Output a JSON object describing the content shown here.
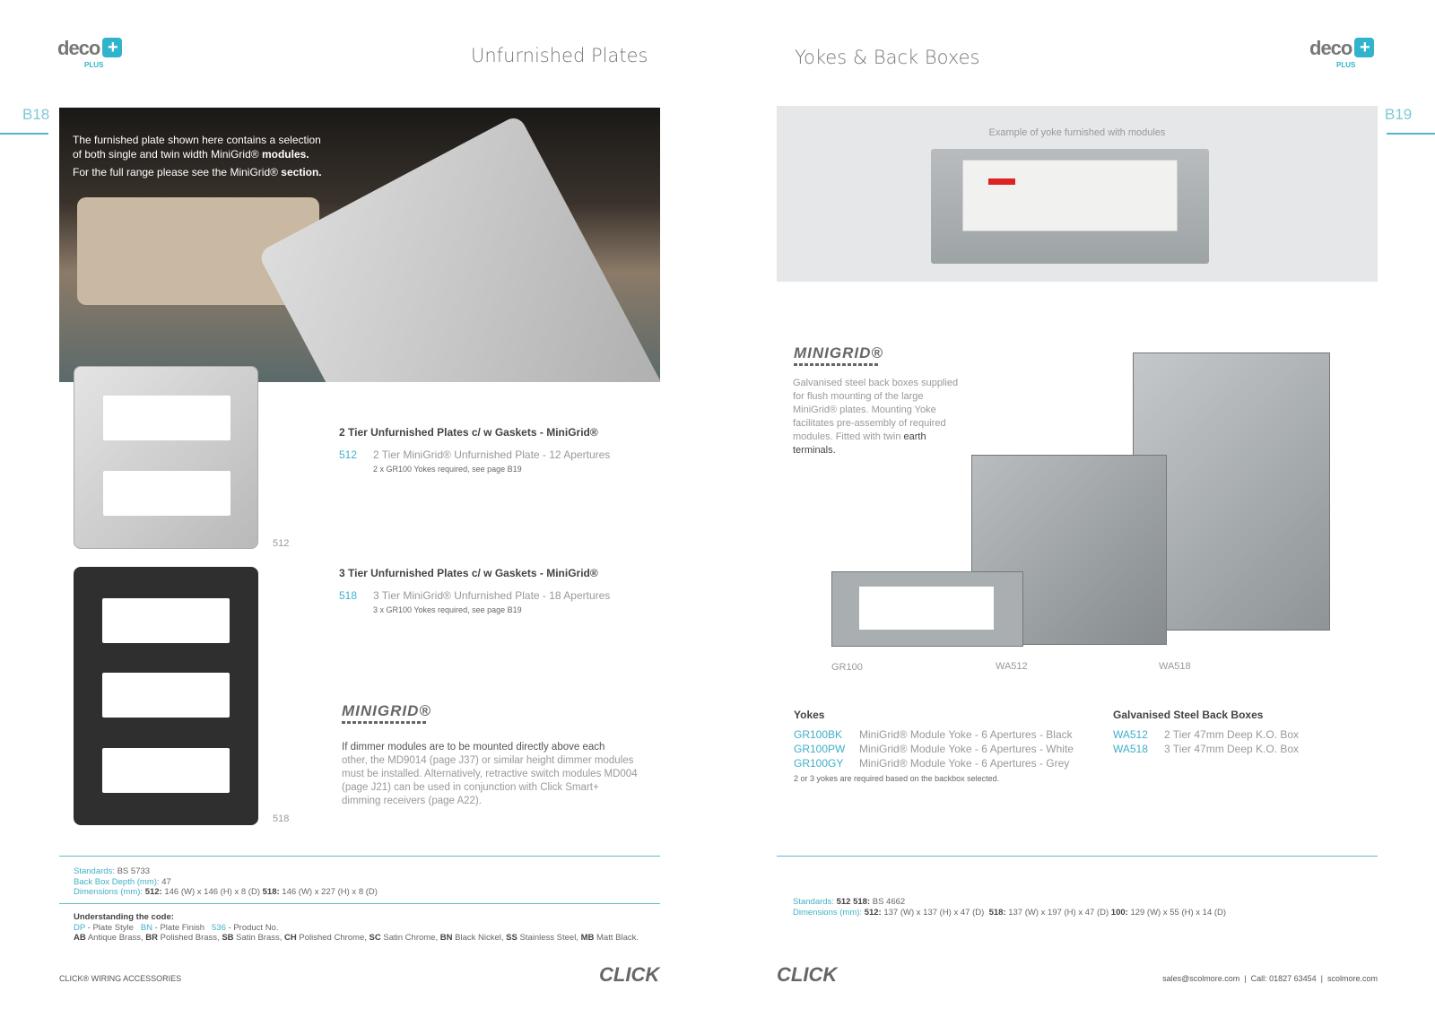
{
  "left": {
    "logo": {
      "text": "deco",
      "sub": "PLUS",
      "symbol": "+"
    },
    "title": "Unfurnished Plates",
    "page": "B18",
    "hero": {
      "line1": "The furnished plate shown here contains a selection",
      "line2a": "of both single and twin width MiniGrid® ",
      "line2b": "modules.",
      "line3a": "For the full range please see the MiniGrid® ",
      "line3b": "section."
    },
    "products": [
      {
        "heading": "2 Tier Unfurnished Plates c/ w Gaskets - MiniGrid®",
        "code": "512",
        "desc": "2 Tier MiniGrid® Unfurnished Plate - 12 Apertures",
        "note": "2 x GR100 Yokes required, see page B19",
        "img_label": "512"
      },
      {
        "heading": "3 Tier Unfurnished Plates c/ w Gaskets - MiniGrid®",
        "code": "518",
        "desc": "3 Tier MiniGrid® Unfurnished Plate - 18 Apertures",
        "note": "3 x GR100 Yokes required, see page B19",
        "img_label": "518"
      }
    ],
    "minigrid": {
      "logo": "MINIGRID®",
      "p1": "If dimmer modules are to be mounted directly above each",
      "p2": "other, the MD9014 (page J37) or similar height dimmer modules must be installed.  Alternatively, retractive switch modules MD004 (page J21) can be used in conjunction with Click Smart+ dimming receivers (page A22)."
    },
    "specs": {
      "std_label": "Standards:",
      "std": "BS 5733",
      "depth_label": "Back Box Depth (mm):",
      "depth": "47",
      "dim_label": "Dimensions (mm):",
      "d1_code": "512:",
      "d1": "146 (W) x 146 (H) x 8 (D)",
      "d2_code": "518:",
      "d2": "146 (W) x 227 (H) x 8 (D)"
    },
    "code_key": {
      "title": "Understanding the code:",
      "k1": "DP",
      "v1": "- Plate Style",
      "k2": "BN",
      "v2": "- Plate Finish",
      "k3": "536",
      "v3": "- Product No.",
      "finishes": [
        [
          "AB",
          "Antique Brass,"
        ],
        [
          "BR",
          "Polished Brass,"
        ],
        [
          "SB",
          "Satin Brass,"
        ],
        [
          "CH",
          "Polished Chrome,"
        ],
        [
          "SC",
          "Satin Chrome,"
        ],
        [
          "BN",
          "Black Nickel,"
        ],
        [
          "SS",
          "Stainless Steel,"
        ],
        [
          "MB",
          "Matt Black."
        ]
      ]
    },
    "footer": "CLICK® WIRING ACCESSORIES",
    "brand": "CLICK"
  },
  "right": {
    "title": "Yokes & Back Boxes",
    "page": "B19",
    "example_caption": "Example of yoke furnished with modules",
    "minigrid": {
      "logo": "MINIGRID®",
      "text": "Galvanised steel back boxes supplied for flush mounting of the large MiniGrid® plates. Mounting Yoke facilitates pre-assembly of required modules. Fitted with twin ",
      "text_b": "earth terminals."
    },
    "img_labels": [
      "GR100",
      "WA512",
      "WA518"
    ],
    "yokes": {
      "heading": "Yokes",
      "items": [
        [
          "GR100BK",
          "MiniGrid® Module Yoke - 6 Apertures - Black"
        ],
        [
          "GR100PW",
          "MiniGrid® Module Yoke - 6 Apertures - White"
        ],
        [
          "GR100GY",
          "MiniGrid® Module Yoke - 6 Apertures - Grey"
        ]
      ],
      "note": "2 or 3 yokes are required based on the backbox selected."
    },
    "boxes": {
      "heading": "Galvanised Steel Back Boxes",
      "items": [
        [
          "WA512",
          "2 Tier 47mm Deep K.O. Box"
        ],
        [
          "WA518",
          "3 Tier 47mm Deep K.O. Box"
        ]
      ]
    },
    "specs": {
      "std_label": "Standards:",
      "std_codes": "512 518:",
      "std": "BS 4662",
      "dim_label": "Dimensions (mm):",
      "d1_code": "512:",
      "d1": "137 (W) x 137 (H) x 47 (D)",
      "d2_code": "518:",
      "d2": "137 (W) x 197 (H) x 47 (D)",
      "d3_code": "100:",
      "d3": "129 (W) x 55 (H) x 14 (D)"
    },
    "brand": "CLICK",
    "contact": "sales@scolmore.com  |  Call: 01827 63454  |  scolmore.com"
  }
}
